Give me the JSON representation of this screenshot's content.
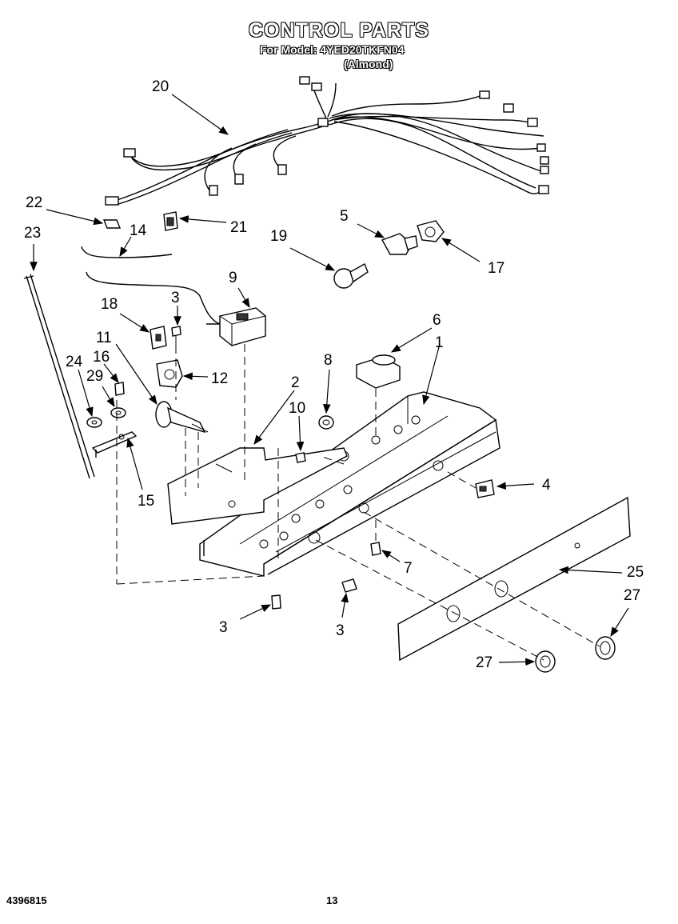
{
  "header": {
    "title": "CONTROL PARTS",
    "model_line": "For Model: 4YED20TKFN04",
    "color_line": "(Almond)"
  },
  "footer": {
    "doc_number": "4396815",
    "page_number": "13"
  },
  "callouts": {
    "c20": "20",
    "c22": "22",
    "c21": "21",
    "c14": "14",
    "c23": "23",
    "c5": "5",
    "c19": "19",
    "c17": "17",
    "c9": "9",
    "c18": "18",
    "c3a": "3",
    "c11": "11",
    "c16": "16",
    "c12": "12",
    "c24": "24",
    "c29": "29",
    "c6": "6",
    "c8": "8",
    "c1": "1",
    "c2": "2",
    "c10": "10",
    "c4": "4",
    "c15": "15",
    "c7": "7",
    "c25": "25",
    "c27a": "27",
    "c3b": "3",
    "c3c": "3",
    "c27b": "27"
  }
}
